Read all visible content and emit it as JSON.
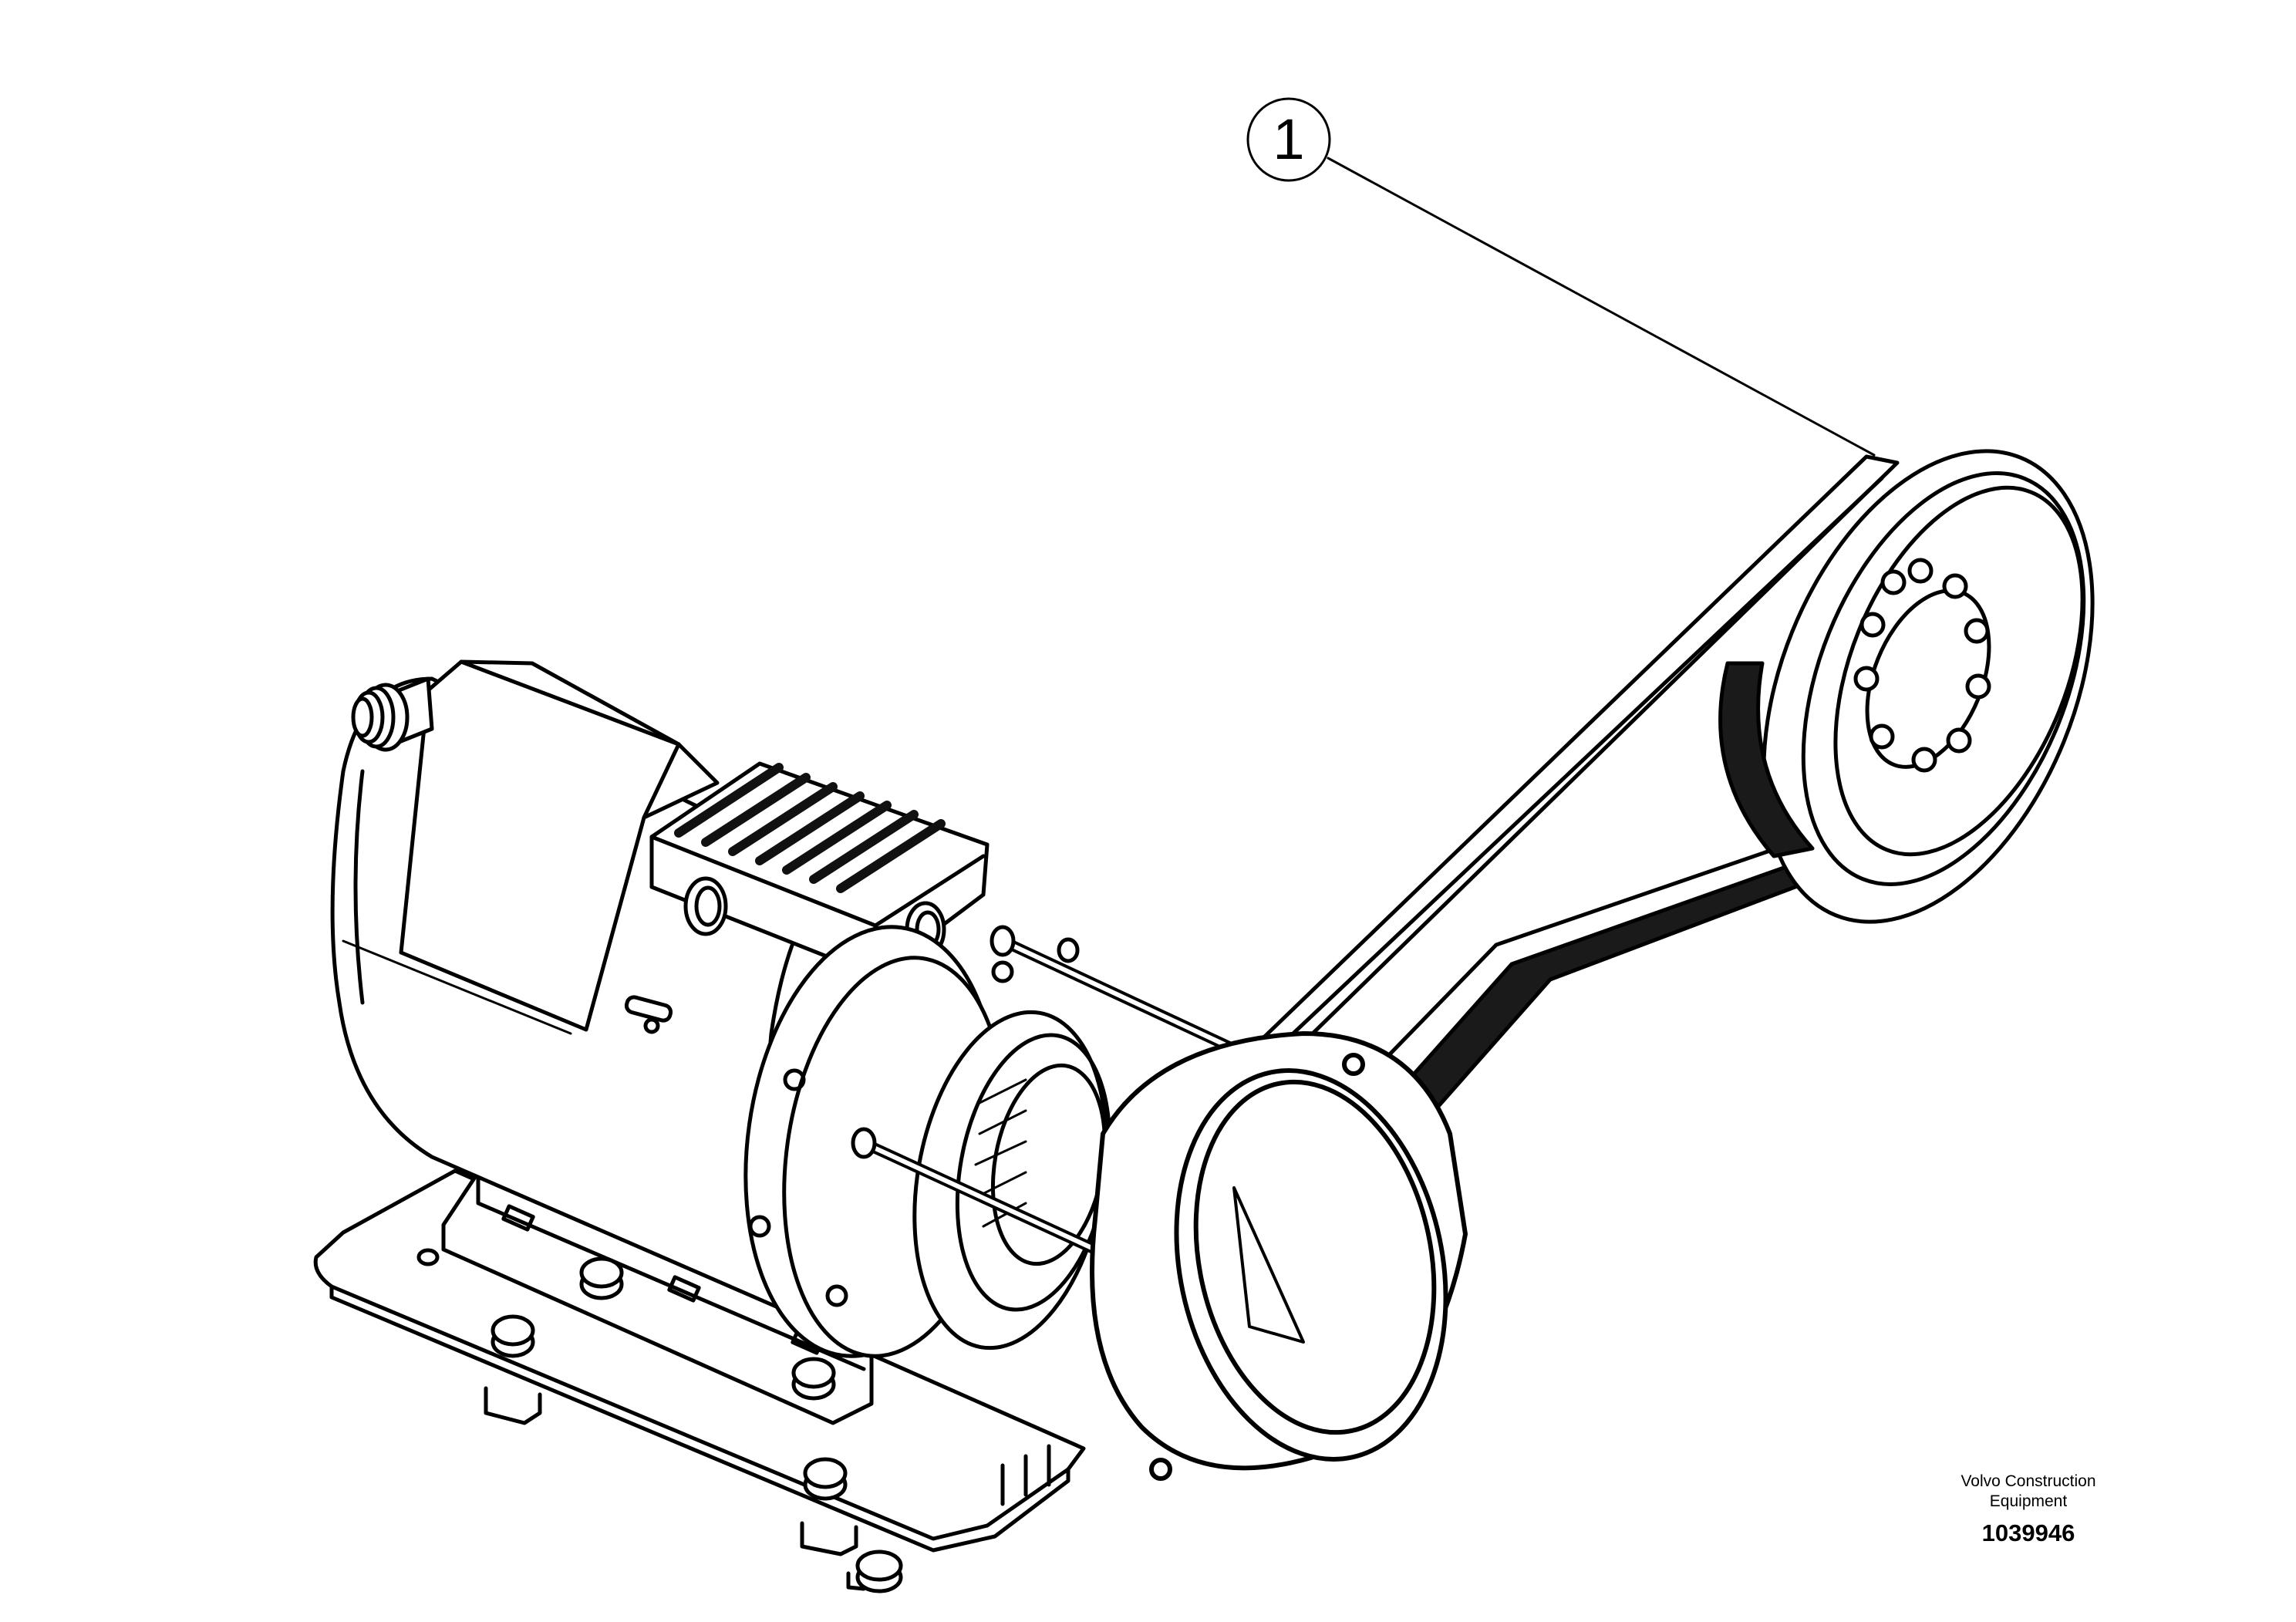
{
  "callout": {
    "label": "1"
  },
  "brand": {
    "line1": "Volvo Construction",
    "line2": "Equipment"
  },
  "document": {
    "number": "1039946"
  },
  "colors": {
    "ink": "#000000",
    "paper": "#ffffff",
    "belt": "#1a1a1a"
  }
}
